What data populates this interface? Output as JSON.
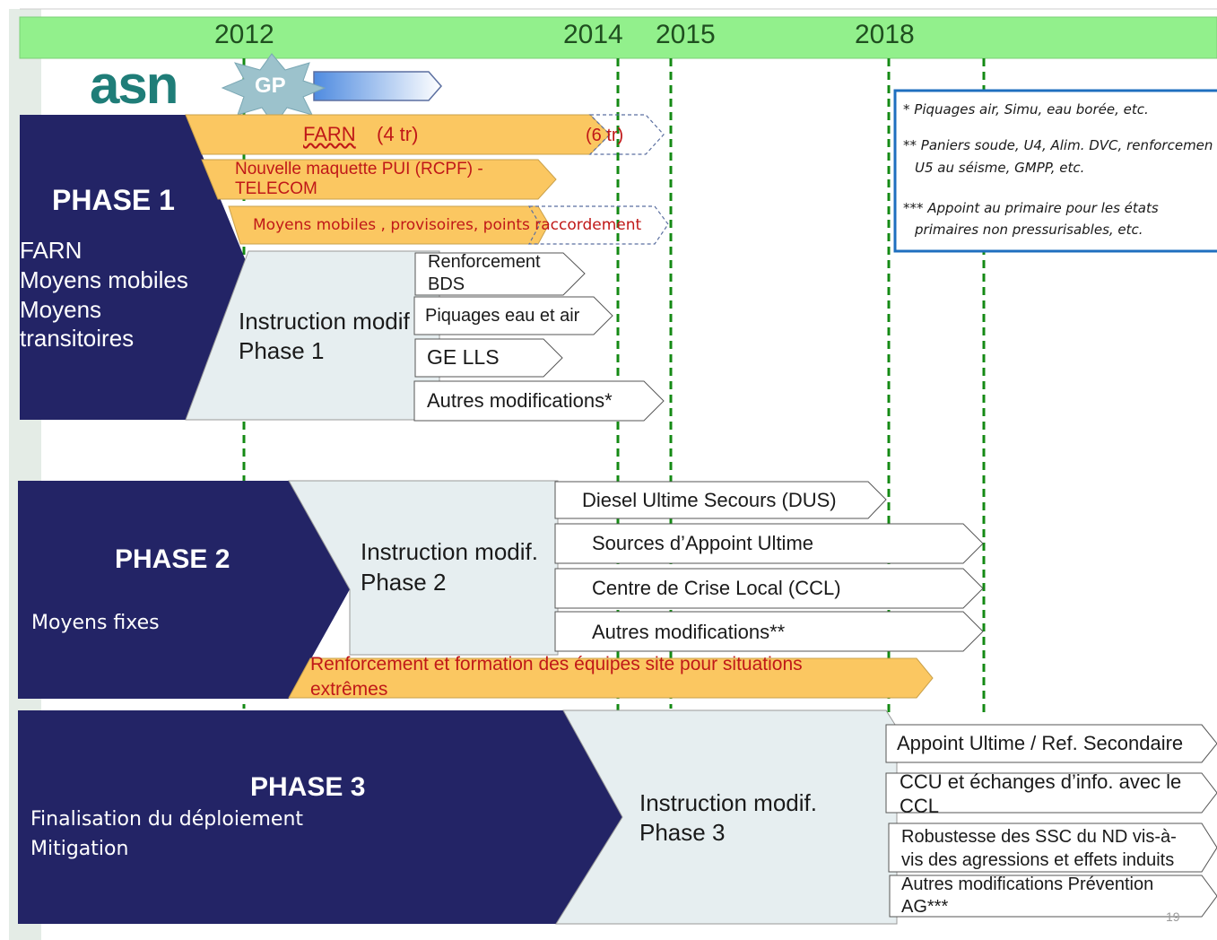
{
  "timeline": {
    "years": [
      "2012",
      "2014",
      "2015",
      "2018"
    ]
  },
  "logo": {
    "asn": "asn",
    "gp": "GP"
  },
  "notes": {
    "note1": "* Piquages air, Simu, eau borée, etc.",
    "note2a": "** Paniers soude, U4, Alim. DVC, renforcemen",
    "note2b": "U5 au séisme, GMPP, etc.",
    "note3a": "*** Appoint au primaire pour les états",
    "note3b": "primaires non pressurisables, etc."
  },
  "phase1": {
    "title": "PHASE 1",
    "subtitle_lines": [
      "FARN",
      "Moyens mobiles",
      "Moyens",
      "transitoires"
    ],
    "instruction_lines": [
      "Instruction modif",
      "Phase 1"
    ],
    "farn_label": "FARN",
    "farn_count": "(4 tr)",
    "farn_extra": "(6 tr)",
    "pui_lines": [
      "Nouvelle maquette PUI (RCPF) -",
      "TELECOM"
    ],
    "mobiles": "Moyens mobiles , provisoires, points raccordement",
    "items": [
      [
        "Renforcement",
        "BDS"
      ],
      [
        "Piquages eau et air"
      ],
      [
        "GE LLS"
      ],
      [
        "Autres modifications*"
      ]
    ]
  },
  "phase2": {
    "title": "PHASE 2",
    "subtitle": "Moyens fixes",
    "instruction_lines": [
      "Instruction modif.",
      "Phase 2"
    ],
    "items": [
      "Diesel Ultime Secours (DUS)",
      "Sources d’Appoint Ultime",
      "Centre de Crise Local (CCL)",
      "Autres modifications**"
    ],
    "renforcement_lines": [
      "Renforcement et formation des équipes site pour situations",
      "extrêmes"
    ]
  },
  "phase3": {
    "title": "PHASE 3",
    "subtitle_lines": [
      "Finalisation du déploiement",
      "Mitigation"
    ],
    "instruction_lines": [
      "Instruction modif.",
      "Phase 3"
    ],
    "items": [
      [
        "Appoint Ultime / Ref.  Secondaire"
      ],
      [
        "CCU et échanges d’info. avec le",
        "CCL"
      ],
      [
        "Robustesse des SSC du ND vis-à-",
        "vis des agressions et effets induits"
      ],
      [
        "Autres modifications Prévention",
        "AG***"
      ]
    ]
  },
  "page_number": "19",
  "colors": {
    "navy": "#232466",
    "timeline": "#92f08c",
    "orange": "#fbc761",
    "light": "#e6eef0",
    "gridline": "#148a14",
    "red_text": "#c01818",
    "note_border": "#1f6fbf"
  }
}
